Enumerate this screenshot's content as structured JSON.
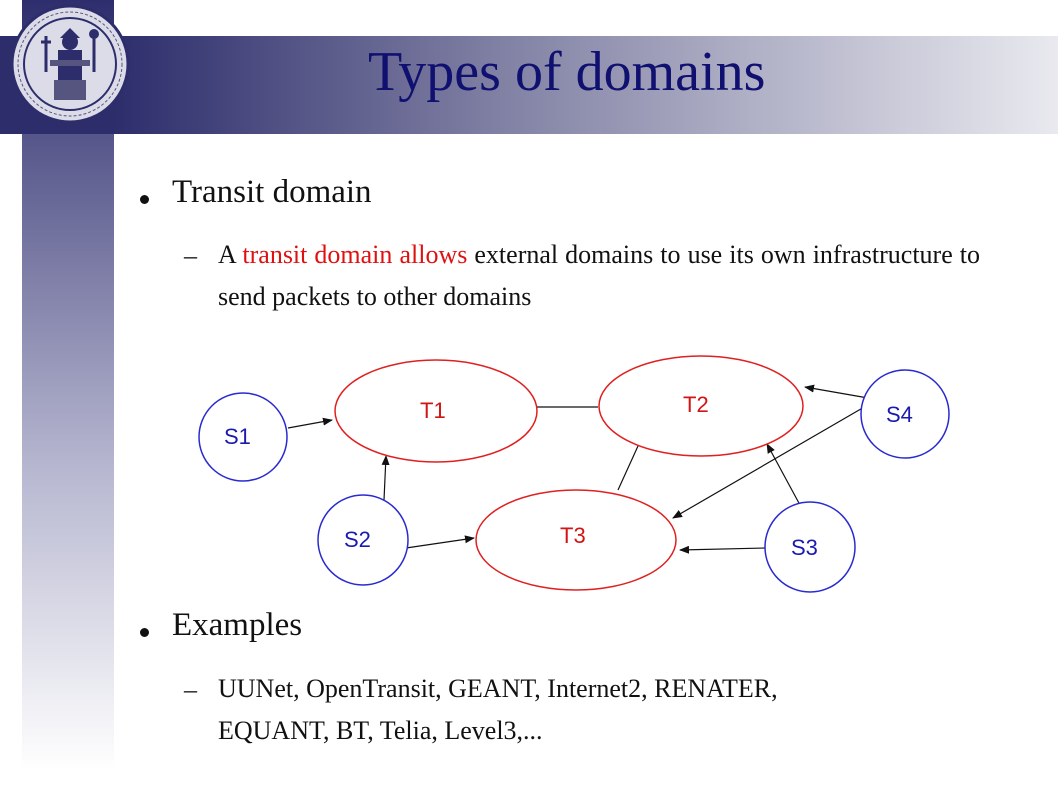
{
  "slide": {
    "title": "Types of domains",
    "bullets": [
      {
        "text": "Transit domain",
        "sub": {
          "segments": [
            {
              "text": "A ",
              "highlight": false
            },
            {
              "text": "transit domain allows",
              "highlight": true
            },
            {
              "text": " external domains to use its own infrastructure to send packets to other domains",
              "highlight": false
            }
          ]
        }
      },
      {
        "text": "Examples",
        "sub": {
          "lines": [
            "UUNet, OpenTransit, GEANT, Internet2, RENATER,",
            "EQUANT, BT, Telia, Level3,..."
          ]
        }
      }
    ]
  },
  "diagram": {
    "transit_nodes": [
      "T1",
      "T2",
      "T3"
    ],
    "stub_nodes": [
      "S1",
      "S2",
      "S3",
      "S4"
    ],
    "links": [
      {
        "from": "T1",
        "to": "T2",
        "directed": false
      },
      {
        "from": "T2",
        "to": "T3",
        "directed": false
      },
      {
        "from": "S1",
        "to": "T1",
        "directed": true
      },
      {
        "from": "S2",
        "to": "T1",
        "directed": true
      },
      {
        "from": "S2",
        "to": "T3",
        "directed": true
      },
      {
        "from": "S3",
        "to": "T3",
        "directed": true
      },
      {
        "from": "S3",
        "to": "T2",
        "directed": true
      },
      {
        "from": "S4",
        "to": "T2",
        "directed": true
      },
      {
        "from": "S4",
        "to": "T3",
        "directed": true
      }
    ],
    "colors": {
      "transit_border": "#e02020",
      "stub_border": "#2a2ad0",
      "stub_text": "#1a1ab0",
      "transit_text": "#d21414"
    }
  },
  "colors": {
    "title": "#101070",
    "highlight": "#e01010",
    "band_dark": "#2d2d6c"
  }
}
